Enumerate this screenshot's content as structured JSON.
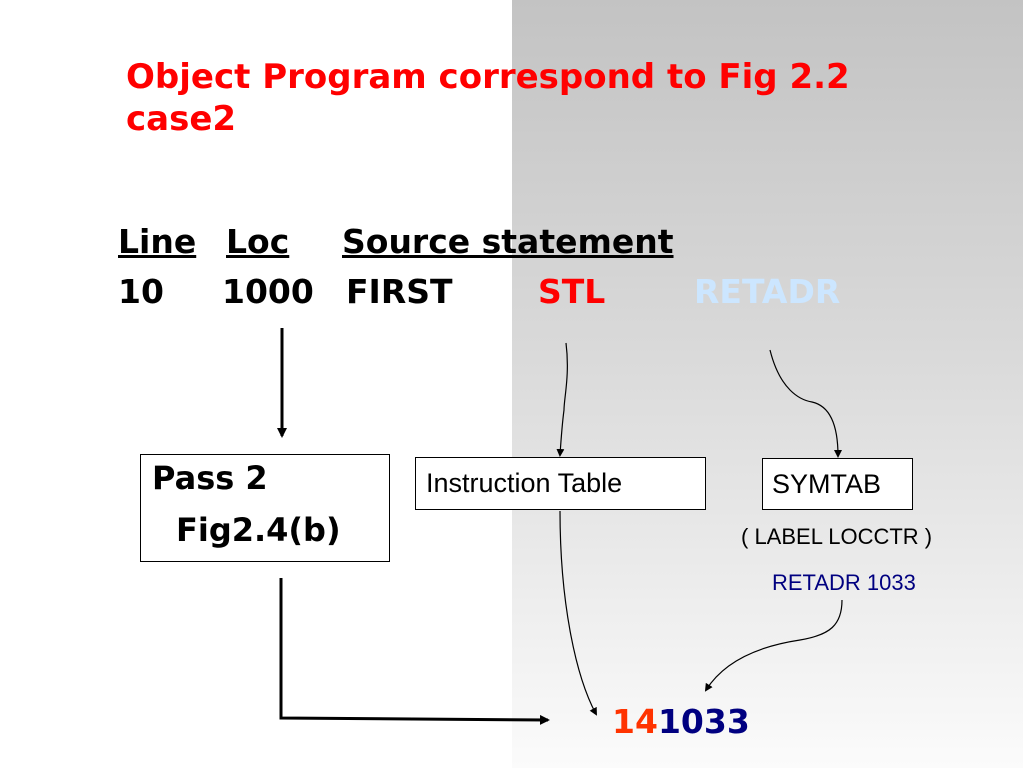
{
  "title": {
    "line1": "Object Program correspond to Fig 2.2",
    "line2": "case2"
  },
  "columns": {
    "line": "Line",
    "loc": "Loc",
    "source": "Source statement"
  },
  "statement": {
    "line": "10",
    "loc": "1000",
    "label": "FIRST",
    "opcode": "STL",
    "operand": "RETADR"
  },
  "boxes": {
    "pass2_line1": "Pass  2",
    "pass2_line2": "Fig2.4(b)",
    "instruction_table": "Instruction  Table",
    "symtab": "SYMTAB"
  },
  "symtab_note": {
    "header": "( LABEL LOCCTR )",
    "entry": "RETADR 1033"
  },
  "result": {
    "opcode_part": "14",
    "address_part": "1033"
  },
  "colors": {
    "title": "#ff0000",
    "opcode": "#ff0000",
    "operand": "#cce6ff",
    "entry": "#000080",
    "result_opcode": "#ff3300",
    "result_address": "#000080"
  }
}
